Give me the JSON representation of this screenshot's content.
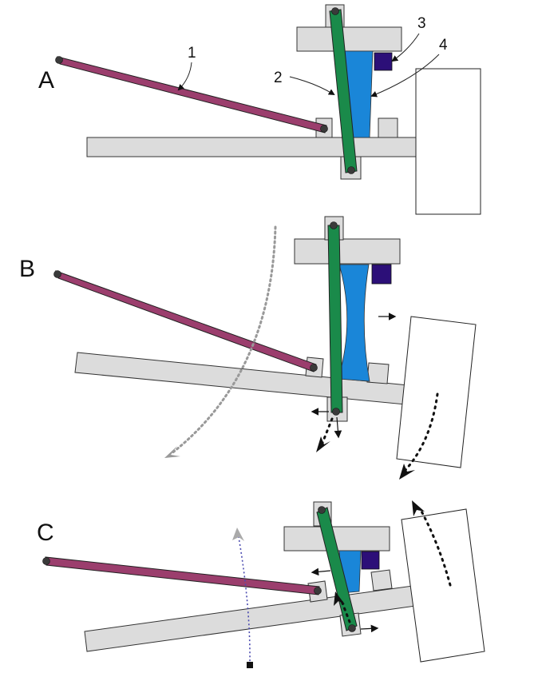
{
  "panels": [
    {
      "label": "A"
    },
    {
      "label": "B"
    },
    {
      "label": "C"
    }
  ],
  "part_numbers": [
    "1",
    "2",
    "3",
    "4"
  ],
  "colors": {
    "lever": "#9b3e6d",
    "arm": "#1a8a4a",
    "spring": "#1a86d8",
    "block": "#2c0f78",
    "base": "#dcdcdc"
  }
}
